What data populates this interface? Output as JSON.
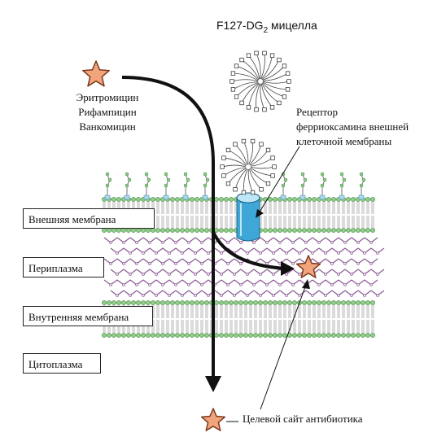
{
  "micelle_label": "F127-DG",
  "micelle_label_subscript": "2",
  "micelle_label_suffix": " мицелла",
  "antibiotics": [
    "Эритромицин",
    "Рифампицин",
    "Ванкомицин"
  ],
  "receptor_label": [
    "Рецептор",
    "ферриоксамина внешней",
    "клеточной мембраны"
  ],
  "compartments": {
    "outer_membrane": "Внешняя мембрана",
    "periplasm": "Периплазма",
    "inner_membrane": "Внутренняя мембрана",
    "cytoplasm": "Цитоплазма"
  },
  "target_site_label": "Целевой сайт антибиотика",
  "colors": {
    "star_fill": "#f2a47c",
    "star_stroke": "#7a3a1c",
    "lipid_head": "#8fcf8a",
    "lipid_head_stroke": "#3f7f3a",
    "receptor_blue": "#3fa7d8",
    "peptidoglycan": "#8a5a92",
    "arrow": "#111111"
  }
}
